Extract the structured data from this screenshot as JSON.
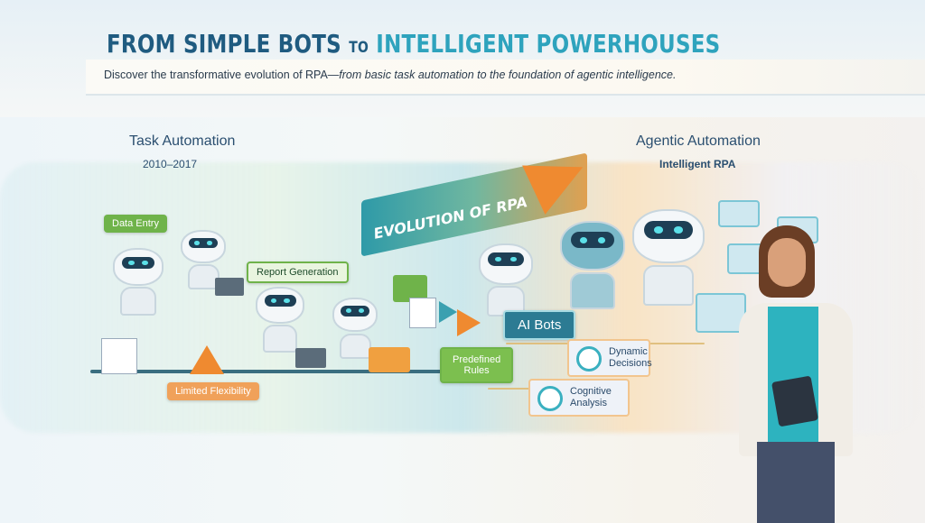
{
  "header": {
    "title_part1": "FROM SIMPLE BOTS",
    "title_to": "TO",
    "title_part2": "INTELLIGENT POWERHOUSES",
    "subtitle_plain": "Discover the transformative evolution of RPA—",
    "subtitle_italic": "from basic task automation to the foundation of agentic intelligence."
  },
  "left_stage": {
    "title": "Task Automation",
    "years": "2010–2017"
  },
  "right_stage": {
    "title": "Agentic Automation",
    "subtitle": "Intelligent RPA"
  },
  "banner": "EVOLUTION OF RPA",
  "tags": {
    "data_entry": "Data Entry",
    "report_generation": "Report Generation",
    "limited_flexibility": "Limited Flexibility",
    "predefined_rules_1": "Predefined",
    "predefined_rules_2": "Rules",
    "ai_bots": "AI Bots"
  },
  "cards": [
    {
      "line1": "Dynamic",
      "line2": "Decisions"
    },
    {
      "line1": "Cognitive",
      "line2": "Analysis"
    }
  ],
  "colors": {
    "title_dark": "#1f5b80",
    "title_light": "#2ea3bd",
    "accent_orange": "#ef8a30",
    "accent_green": "#6fb34a"
  }
}
